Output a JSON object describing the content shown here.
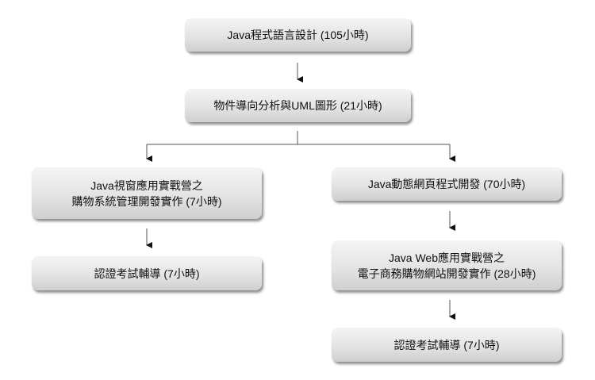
{
  "nodes": {
    "java_programming": {
      "line1": "Java程式語言設計 (105小時)"
    },
    "ooad_uml": {
      "line1": "物件導向分析與UML圖形 (21小時)"
    },
    "java_window_app": {
      "line1": "Java視窗應用實戰營之",
      "line2": "購物系統管理開發實作 (7小時)"
    },
    "cert_left": {
      "line1": "認證考試輔導 (7小時)"
    },
    "java_dynamic_web": {
      "line1": "Java動態網頁程式開發 (70小時)"
    },
    "java_web_app": {
      "line1": "Java Web應用實戰營之",
      "line2": "電子商務購物網站開發實作 (28小時)"
    },
    "cert_right": {
      "line1": "認證考試輔導 (7小時)"
    }
  }
}
